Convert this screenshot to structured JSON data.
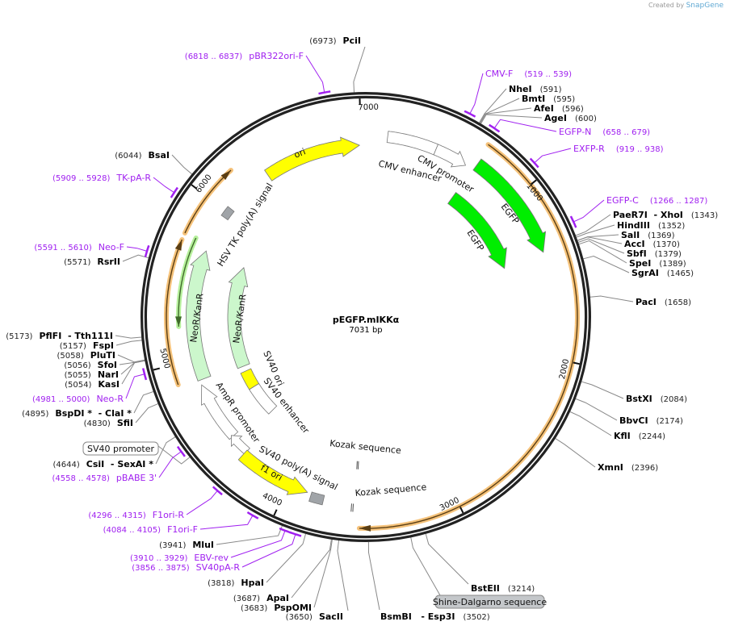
{
  "credit": {
    "prefix": "Created by",
    "brand": "SnapGene"
  },
  "plasmid": {
    "name": "pEGFP.mIKKα",
    "length_label": "7031 bp",
    "length": 7031
  },
  "ticks": [
    "1000",
    "2000",
    "3000",
    "4000",
    "5000",
    "6000",
    "7000"
  ],
  "enzymes": [
    {
      "name": "PciI",
      "pos": 6973
    },
    {
      "name": "NheI",
      "pos": 591
    },
    {
      "name": "BmtI",
      "pos": 595
    },
    {
      "name": "AfeI",
      "pos": 596
    },
    {
      "name": "AgeI",
      "pos": 600
    },
    {
      "name": "PaeR7I  - XhoI",
      "pos": 1343
    },
    {
      "name": "HindIII",
      "pos": 1352
    },
    {
      "name": "SalI",
      "pos": 1369
    },
    {
      "name": "AccI",
      "pos": 1370
    },
    {
      "name": "SbfI",
      "pos": 1379
    },
    {
      "name": "SpeI",
      "pos": 1389
    },
    {
      "name": "SgrAI",
      "pos": 1465
    },
    {
      "name": "PacI",
      "pos": 1658
    },
    {
      "name": "BstXI",
      "pos": 2084
    },
    {
      "name": "BbvCI",
      "pos": 2174
    },
    {
      "name": "KflI",
      "pos": 2244
    },
    {
      "name": "XmnI",
      "pos": 2396
    },
    {
      "name": "BstEII",
      "pos": 3214
    },
    {
      "name": "BsmBI   - Esp3I",
      "pos": 3502
    },
    {
      "name": "SacII",
      "pos": 3650
    },
    {
      "name": "PspOMI",
      "pos": 3683
    },
    {
      "name": "ApaI",
      "pos": 3687
    },
    {
      "name": "HpaI",
      "pos": 3818
    },
    {
      "name": "MluI",
      "pos": 3941
    },
    {
      "name": "CsiI  - SexAI *",
      "pos": 4644
    },
    {
      "name": "SfiI",
      "pos": 4830
    },
    {
      "name": "BspDI *  - ClaI *",
      "pos": 4895
    },
    {
      "name": "KasI",
      "pos": 5054
    },
    {
      "name": "NarI",
      "pos": 5055
    },
    {
      "name": "SfoI",
      "pos": 5056
    },
    {
      "name": "PluTI",
      "pos": 5058
    },
    {
      "name": "FspI",
      "pos": 5157
    },
    {
      "name": "PflFI  - Tth111I",
      "pos": 5173
    },
    {
      "name": "RsrII",
      "pos": 5571
    },
    {
      "name": "BsaI",
      "pos": 6044
    }
  ],
  "primers": [
    {
      "name": "pBR322ori-F",
      "range": "(6818 .. 6837)",
      "start": 6818,
      "end": 6837
    },
    {
      "name": "CMV-F",
      "range": "(519 .. 539)",
      "start": 519,
      "end": 539
    },
    {
      "name": "EGFP-N",
      "range": "(658 .. 679)",
      "start": 658,
      "end": 679
    },
    {
      "name": "EXFP-R",
      "range": "(919 .. 938)",
      "start": 919,
      "end": 938
    },
    {
      "name": "EGFP-C",
      "range": "(1266 .. 1287)",
      "start": 1266,
      "end": 1287
    },
    {
      "name": "TK-pA-R",
      "range": "(5909 .. 5928)",
      "start": 5909,
      "end": 5928
    },
    {
      "name": "Neo-F",
      "range": "(5591 .. 5610)",
      "start": 5591,
      "end": 5610
    },
    {
      "name": "Neo-R",
      "range": "(4981 .. 5000)",
      "start": 4981,
      "end": 5000
    },
    {
      "name": "pBABE 3'",
      "range": "(4558 .. 4578)",
      "start": 4558,
      "end": 4578
    },
    {
      "name": "F1ori-R",
      "range": "(4296 .. 4315)",
      "start": 4296,
      "end": 4315
    },
    {
      "name": "F1ori-F",
      "range": "(4084 .. 4105)",
      "start": 4084,
      "end": 4105
    },
    {
      "name": "EBV-rev",
      "range": "(3910 .. 3929)",
      "start": 3910,
      "end": 3929
    },
    {
      "name": "SV40pA-R",
      "range": "(3856 .. 3875)",
      "start": 3856,
      "end": 3875
    }
  ],
  "features": [
    {
      "name": "ori",
      "start": 6356,
      "end": 6990,
      "direction": "cw",
      "color": "#ffff00"
    },
    {
      "name": "CMV enhancer",
      "start": 135,
      "end": 443,
      "direction": "none",
      "color": "#ffffff"
    },
    {
      "name": "CMV promoter",
      "start": 443,
      "end": 650,
      "direction": "cw",
      "color": "#ffffff"
    },
    {
      "name": "EGFP",
      "start": 705,
      "end": 1366,
      "direction": "cw",
      "color": "#00ee00"
    },
    {
      "name": "EGFP",
      "start": 700,
      "end": 1380,
      "direction": "cw",
      "color": "#00ee00"
    },
    {
      "name": "NeoR/KanR",
      "start": 4865,
      "end": 5713,
      "direction": "cw",
      "color": "#ccf7cc"
    },
    {
      "name": "NeoR/KanR",
      "start": 4845,
      "end": 5704,
      "direction": "cw",
      "color": "#ccf7cc"
    },
    {
      "name": "SV40 ori",
      "start": 4650,
      "end": 4800,
      "direction": "none",
      "color": "#ffff00"
    },
    {
      "name": "SV40 enhancer",
      "start": 4394,
      "end": 4650,
      "direction": "none",
      "color": "#ffffff"
    },
    {
      "name": "AmpR promoter",
      "start": 4454,
      "end": 4834,
      "direction": "cw",
      "color": "#ffffff"
    },
    {
      "name": "",
      "start": 4325,
      "end": 4465,
      "direction": "cw",
      "color": "#ffffff"
    },
    {
      "name": "f1 ori",
      "start": 3875,
      "end": 4330,
      "direction": "ccw",
      "color": "#ffff00"
    },
    {
      "name": "SV40 poly(A) signal",
      "start": 3770,
      "end": 3850,
      "direction": "none",
      "color": "#a0a4a8"
    },
    {
      "name": "HSV TK poly(A) signal",
      "start": 5960,
      "end": 6030,
      "direction": "none",
      "color": "#a0a4a8"
    },
    {
      "name": "Kozak sequence",
      "start": 3572,
      "end": 3580,
      "direction": "none",
      "color": "#ffffff"
    },
    {
      "name": "Kozak sequence",
      "start": 3590,
      "end": 3598,
      "direction": "none",
      "color": "#ffffff"
    }
  ],
  "orfs": [
    {
      "start": 690,
      "end": 3550,
      "direction": "cw",
      "color": "#f5c27a"
    },
    {
      "start": 4885,
      "end": 5720,
      "direction": "cw",
      "color": "#f5c27a"
    },
    {
      "start": 5760,
      "end": 6200,
      "direction": "cw",
      "color": "#f5c27a"
    },
    {
      "start": 5216,
      "end": 5761,
      "direction": "ccw",
      "color": "#b6f09c"
    }
  ],
  "boxed_labels": [
    {
      "text": "SV40 promoter",
      "pos": 4520
    },
    {
      "text": "Shine-Dalgarno sequence",
      "pos": 3290
    }
  ]
}
